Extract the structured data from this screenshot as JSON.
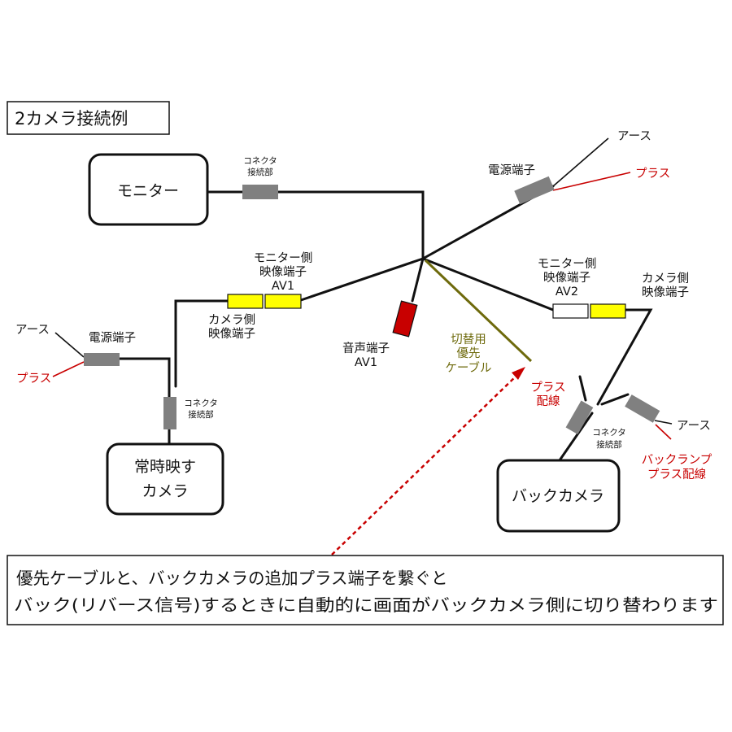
{
  "title": "2カメラ接続例",
  "monitor": {
    "label": "モニター"
  },
  "always_camera": {
    "line1": "常時映す",
    "line2": "カメラ"
  },
  "back_camera": {
    "label": "バックカメラ"
  },
  "connector": {
    "line1": "コネクタ",
    "line2": "接続部"
  },
  "power_terminal": "電源端子",
  "earth": "アース",
  "plus": "プラス",
  "monitor_side_video_av1": {
    "line1": "モニター側",
    "line2": "映像端子",
    "line3": "AV1"
  },
  "camera_side_video_left": {
    "line1": "カメラ側",
    "line2": "映像端子"
  },
  "audio_terminal": {
    "line1": "音声端子",
    "line2": "AV1"
  },
  "priority_cable": {
    "line1": "切替用",
    "line2": "優先",
    "line3": "ケーブル"
  },
  "monitor_side_video_av2": {
    "line1": "モニター側",
    "line2": "映像端子",
    "line3": "AV2"
  },
  "camera_side_video_right": {
    "line1": "カメラ側",
    "line2": "映像端子"
  },
  "plus_wiring": {
    "line1": "プラス",
    "line2": "配線"
  },
  "backlamp": {
    "line1": "バックランプ",
    "line2": "プラス配線"
  },
  "note": {
    "line1": "優先ケーブルと、バックカメラの追加プラス端子を繋ぐと",
    "line2": "バック(リバース信号)するときに自動的に画面がバックカメラ側に切り替わります"
  },
  "colors": {
    "wire": "#111111",
    "red": "#c80000",
    "yellow": "#ffff00",
    "olive": "#6e6a0c",
    "connector": "#808080"
  }
}
